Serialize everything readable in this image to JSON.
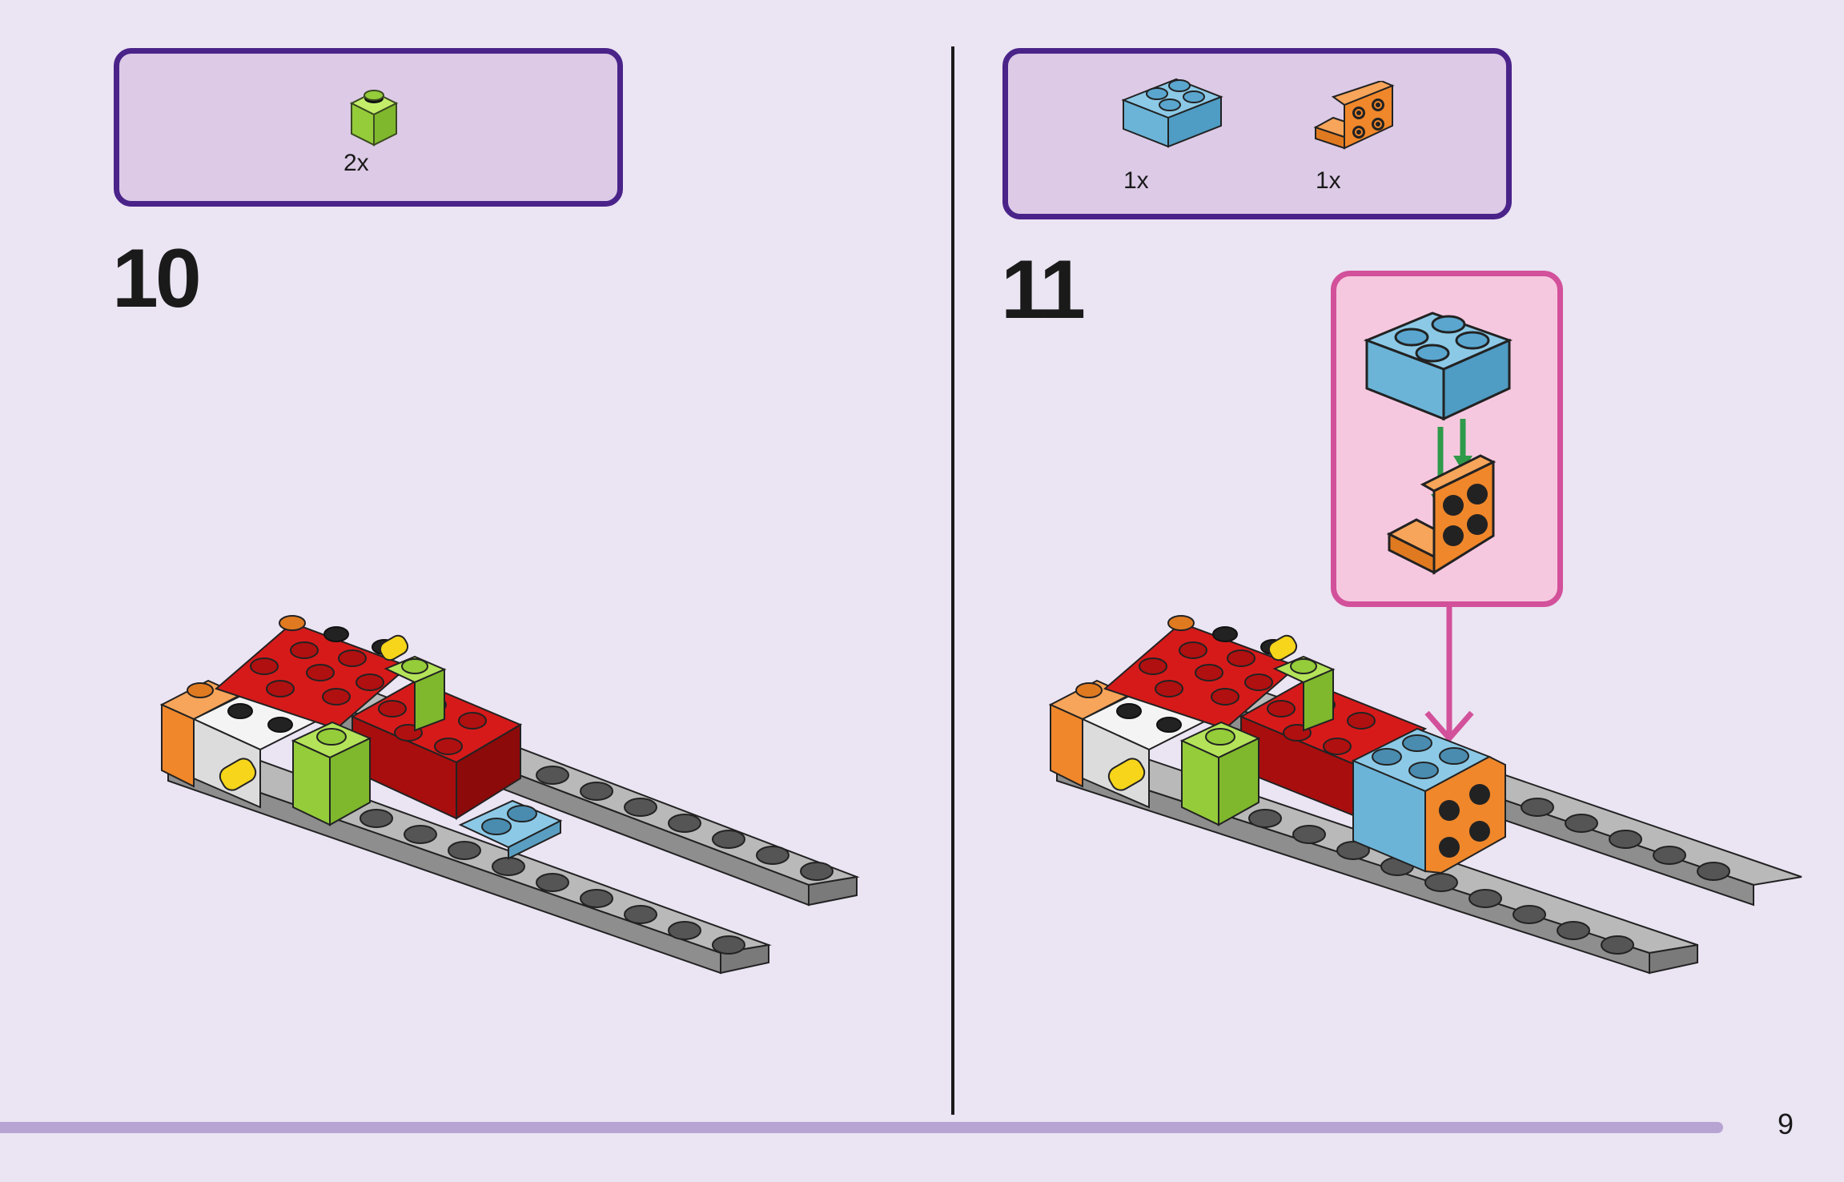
{
  "steps": [
    {
      "number": "10",
      "parts": [
        {
          "icon": "lime-1x1-brick-icon",
          "quantity": "2x"
        }
      ]
    },
    {
      "number": "11",
      "parts": [
        {
          "icon": "blue-2x2-brick-icon",
          "quantity": "1x"
        },
        {
          "icon": "orange-bracket-plate-icon",
          "quantity": "1x"
        }
      ]
    }
  ],
  "page_number": "9",
  "colors": {
    "background": "#ebe4f3",
    "parts_box_fill": "#dccae6",
    "parts_box_border": "#4a2389",
    "callout_fill": "#f6c8df",
    "callout_border": "#d2519a",
    "progress_bar": "#b7a4d3",
    "brick_red": "#cc1111",
    "brick_lime": "#94cc3a",
    "brick_blue": "#6bb4d8",
    "brick_orange": "#f0872a",
    "brick_gray": "#9a9a9a",
    "brick_white": "#f4f4f4",
    "brick_yellow": "#f6d51a",
    "arrow_green": "#2e9a4a",
    "arrow_magenta": "#d2519a"
  }
}
